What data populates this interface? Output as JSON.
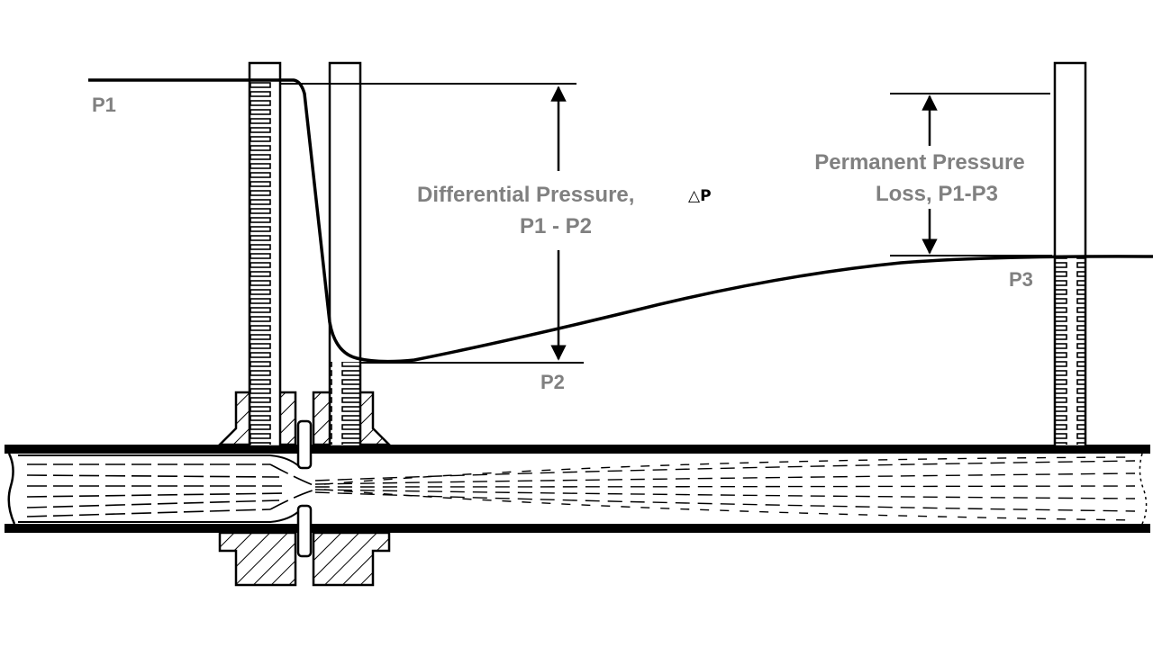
{
  "labels": {
    "p1": "P1",
    "p2": "P2",
    "p3": "P3",
    "differential_line1": "Differential Pressure,",
    "delta_symbol": "△P",
    "differential_line2": "P1 - P2",
    "permanent_line1": "Permanent Pressure",
    "permanent_line2": "Loss, P1-P3"
  },
  "colors": {
    "ink": "#000000",
    "label": "#808080",
    "background": "#ffffff"
  }
}
